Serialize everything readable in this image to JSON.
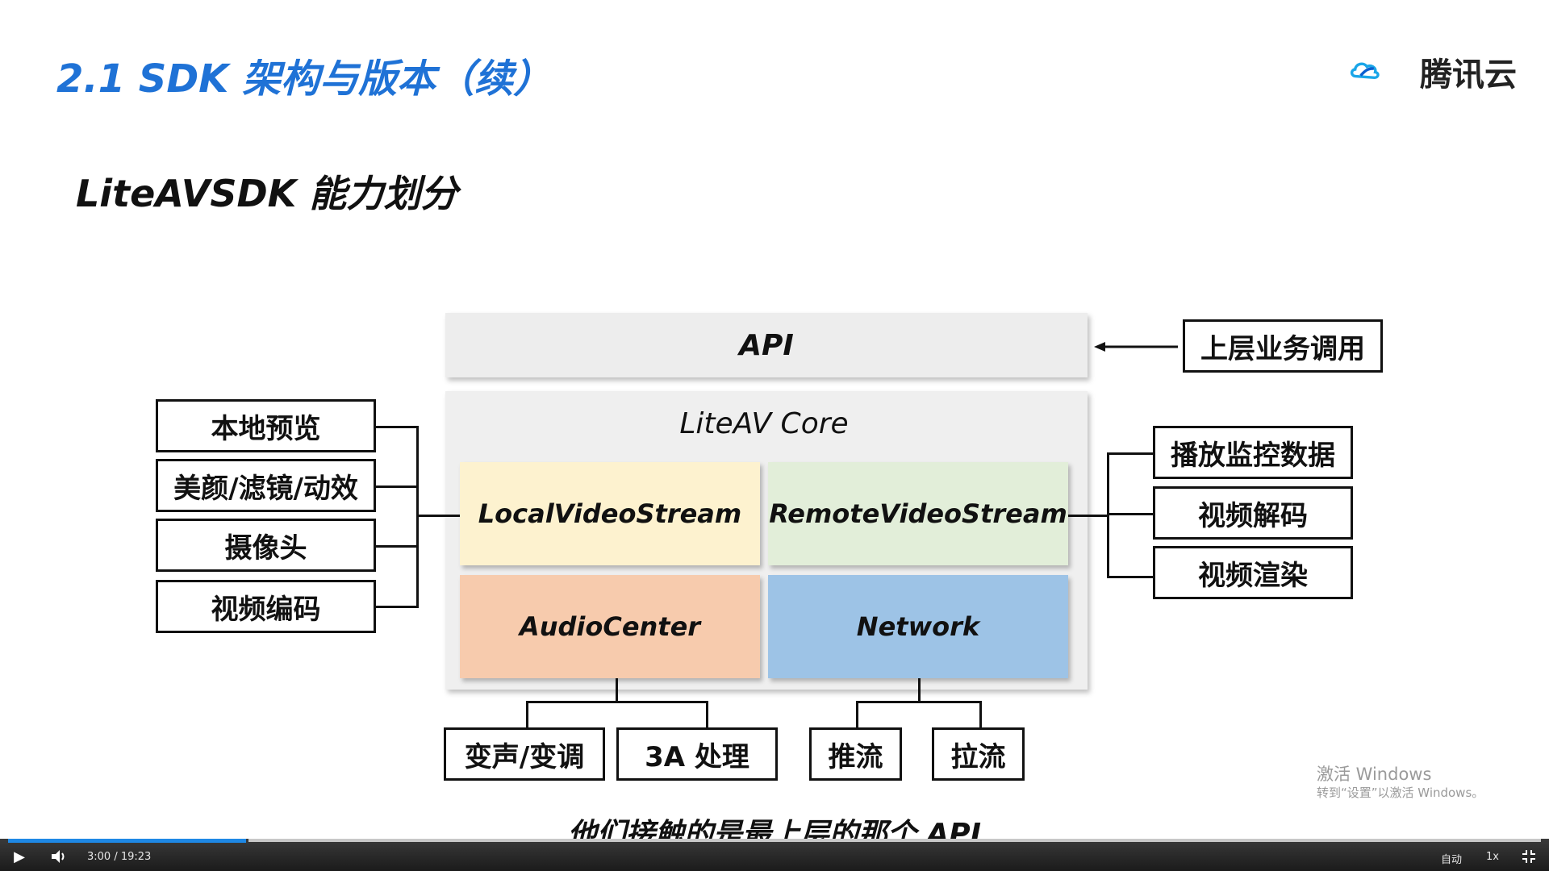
{
  "slide": {
    "title": "2.1 SDK 架构与版本（续）",
    "brand": "腾讯云",
    "subtitle": "LiteAVSDK 能力划分",
    "caption": "他们接触的是最上层的那个 API"
  },
  "diagram": {
    "api": "API",
    "upper_call": "上层业务调用",
    "core": "LiteAV Core",
    "modules": {
      "local": "LocalVideoStream",
      "remote": "RemoteVideoStream",
      "audio": "AudioCenter",
      "network": "Network"
    },
    "left_features": [
      "本地预览",
      "美颜/滤镜/动效",
      "摄像头",
      "视频编码"
    ],
    "right_features": [
      "播放监控数据",
      "视频解码",
      "视频渲染"
    ],
    "audio_features": [
      "变声/变调",
      "3A 处理"
    ],
    "network_features": [
      "推流",
      "拉流"
    ]
  },
  "player": {
    "time": "3:00 / 19:23",
    "quality": "自动",
    "speed": "1x",
    "progress": 0.155
  },
  "watermark": {
    "line1": "激活 Windows",
    "line2": "转到“设置”以激活 Windows。"
  }
}
